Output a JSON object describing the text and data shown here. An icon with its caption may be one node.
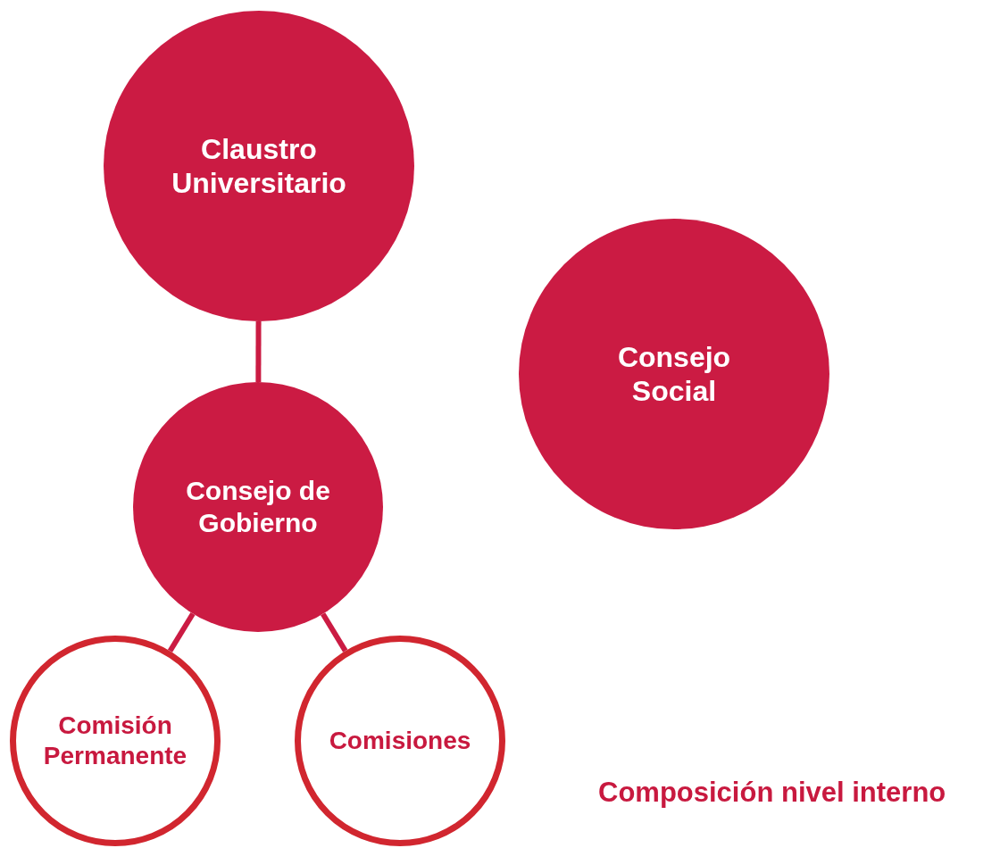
{
  "diagram": {
    "nodes": [
      {
        "text": [
          "Claustro Universitario"
        ]
      },
      {
        "text": [
          "Consejo Social"
        ]
      },
      {
        "text": [
          "Consejo de Gobierno"
        ]
      },
      {
        "text": [
          "Comisión Permanente"
        ]
      },
      {
        "text": [
          "Comisiones"
        ]
      }
    ],
    "edges": [
      {
        "from": 0,
        "to": 2,
        "arrow": "none"
      },
      {
        "from": 2,
        "to": 3,
        "arrow": "none"
      },
      {
        "from": 2,
        "to": 4,
        "arrow": "none"
      }
    ],
    "labels": [
      "Composición nivel interno"
    ]
  }
}
